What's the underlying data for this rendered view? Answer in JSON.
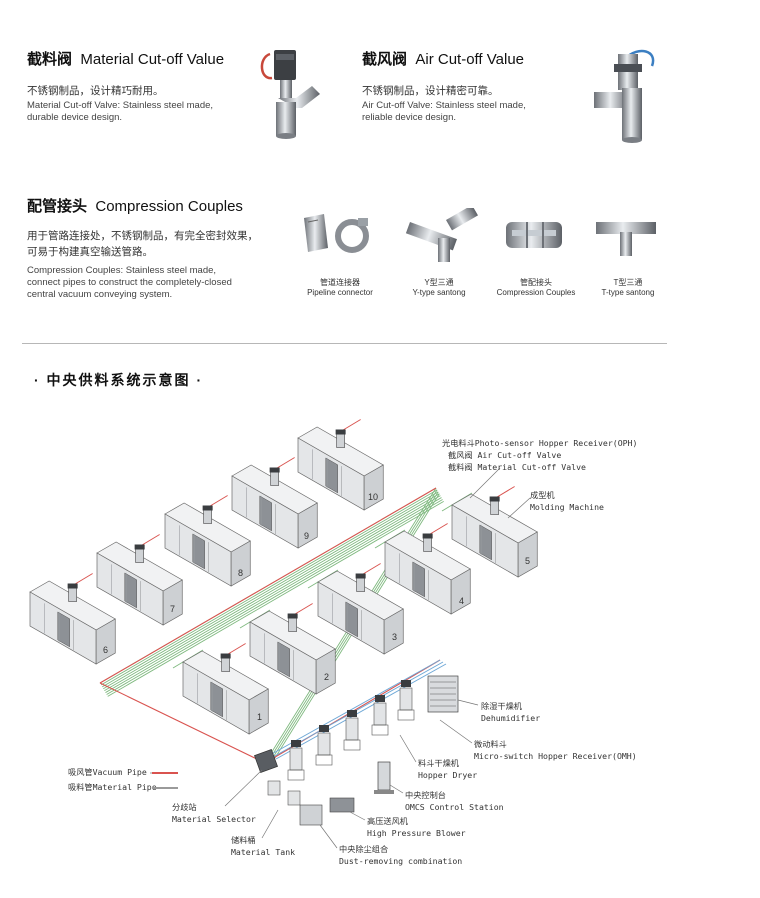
{
  "colors": {
    "vacuum_pipe": "#d9534f",
    "material_pipe": "#7fb97f",
    "blue_pipe": "#6fa8d6"
  },
  "products": {
    "material_cutoff": {
      "title_zh": "截料阀",
      "title_en": "Material Cut-off Value",
      "desc_zh": "不锈钢制品，设计精巧耐用。",
      "desc_en_1": "Material Cut-off Valve: Stainless steel made,",
      "desc_en_2": "durable device design."
    },
    "air_cutoff": {
      "title_zh": "截风阀",
      "title_en": "Air Cut-off Value",
      "desc_zh": "不锈钢制品，设计精密可靠。",
      "desc_en_1": "Air Cut-off Valve: Stainless steel made,",
      "desc_en_2": "reliable device design."
    },
    "couples": {
      "title_zh": "配管接头",
      "title_en": "Compression Couples",
      "desc_zh_1": "用于管路连接处，不锈钢制品，有完全密封效果，",
      "desc_zh_2": "可易于构建真空输送管路。",
      "desc_en_1": "Compression Couples: Stainless steel made,",
      "desc_en_2": "connect pipes to construct the completely-closed",
      "desc_en_3": "central vacuum conveying system.",
      "items": [
        {
          "zh": "管道连接器",
          "en": "Pipeline connector"
        },
        {
          "zh": "Y型三通",
          "en": "Y-type santong"
        },
        {
          "zh": "管配接头",
          "en": "Compression Couples"
        },
        {
          "zh": "T型三通",
          "en": "T-type santong"
        }
      ]
    }
  },
  "diagram": {
    "section_title": "· 中央供料系统示意图 ·",
    "machine_numbers": [
      "1",
      "2",
      "3",
      "4",
      "5",
      "6",
      "7",
      "8",
      "9",
      "10"
    ],
    "labels": {
      "oph_1": "光电料斗Photo-sensor Hopper Receiver(OPH)",
      "oph_2": "截风阀 Air Cut-off Valve",
      "oph_3": "截料阀 Material Cut-off Valve",
      "molding_zh": "成型机",
      "molding_en": "Molding Machine",
      "dehumid_zh": "除湿干燥机",
      "dehumid_en": "Dehumidifier",
      "omh_zh": "微动料斗",
      "omh_en": "Micro-switch Hopper Receiver(OMH)",
      "dryer_zh": "料斗干燥机",
      "dryer_en": "Hopper Dryer",
      "omcs_zh": "中央控制台",
      "omcs_en": "OMCS Control Station",
      "blower_zh": "高压送风机",
      "blower_en": "High Pressure Blower",
      "dust_zh": "中央除尘组合",
      "dust_en": "Dust-removing combination",
      "selector_zh": "分歧站",
      "selector_en": "Material Selector",
      "tank_zh": "储料桶",
      "tank_en": "Material Tank",
      "legend_vacuum": "吸风管Vacuum Pipe",
      "legend_material": "吸料管Material Pipe"
    }
  }
}
